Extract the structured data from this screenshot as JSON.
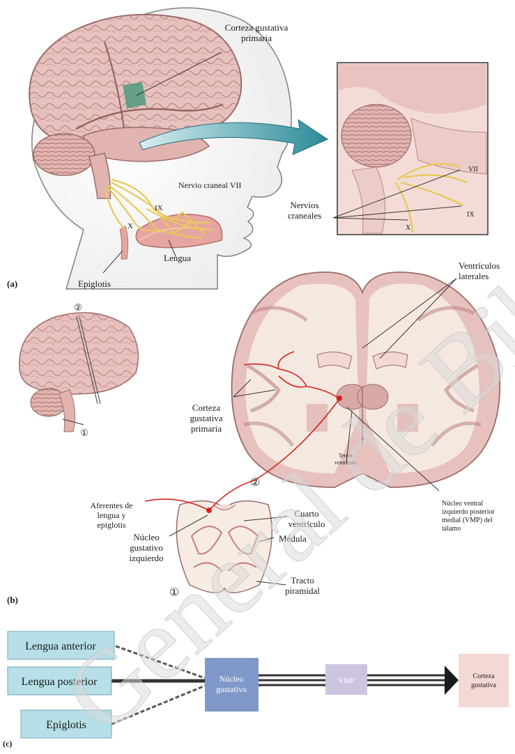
{
  "panel_a": {
    "tag": "(a)",
    "labels": {
      "cortex_line1": "Corteza gustativa",
      "cortex_line2": "primaria",
      "nerve_vii": "Nervio craneal VII",
      "ix": "IX",
      "x": "X",
      "epiglottis": "Epiglotis",
      "tongue": "Lengua",
      "cranial_nerves_line1": "Nervios",
      "cranial_nerves_line2": "craneales",
      "inset_vii": "VII",
      "inset_ix": "IX",
      "inset_x": "X"
    }
  },
  "panel_b": {
    "tag": "(b)",
    "labels": {
      "ventricles_line1": "Ventrículos",
      "ventricles_line2": "laterales",
      "cortex_line1": "Corteza",
      "cortex_line2": "gustativa",
      "cortex_line3": "primaria",
      "third_line1": "Tercer",
      "third_line2": "ventrículo",
      "vpm_line1": "Núcleo ventral",
      "vpm_line2": "izquierdo posterior",
      "vpm_line3": "medial (VMP) del",
      "vpm_line4": "tálamo",
      "afferent_line1": "Aferentes de",
      "afferent_line2": "lengua y",
      "afferent_line3": "epiglotis",
      "fourth_line1": "Cuarto",
      "fourth_line2": "ventrículo",
      "nucleus_line1": "Núcleo",
      "nucleus_line2": "gustativo",
      "nucleus_line3": "izquierdo",
      "medulla": "Médula",
      "tract_line1": "Tracto",
      "tract_line2": "piramidal",
      "marker_1": "①",
      "marker_2": "②",
      "marker_1_small": "①",
      "marker_2_small": "②"
    }
  },
  "panel_c": {
    "tag": "(c)",
    "boxes": {
      "anterior_tongue": "Lengua anterior",
      "posterior_tongue": "Lengua posterior",
      "epiglottis": "Epiglotis",
      "nucleus_line1": "Núcleo",
      "nucleus_line2": "gustativo",
      "vpm": "VMP",
      "cortex_line1": "Corteza",
      "cortex_line2": "gustativa"
    },
    "colors": {
      "input_box": "#b7dfe8",
      "nucleus_box": "#7f98c9",
      "vpm_box": "#cdc5e0",
      "cortex_box": "#f3d8d6"
    }
  },
  "watermark": "General de Bibliotecas",
  "colors": {
    "brain_fill": "#e7c1bd",
    "brain_stroke": "#9a6b68",
    "white_matter": "#f6ece4",
    "nerve": "#e8c95a",
    "pathway": "#d4231f",
    "arrow": "#2b8a99",
    "gustatory_area": "#4f9a7d",
    "watermark": "#dadada"
  }
}
